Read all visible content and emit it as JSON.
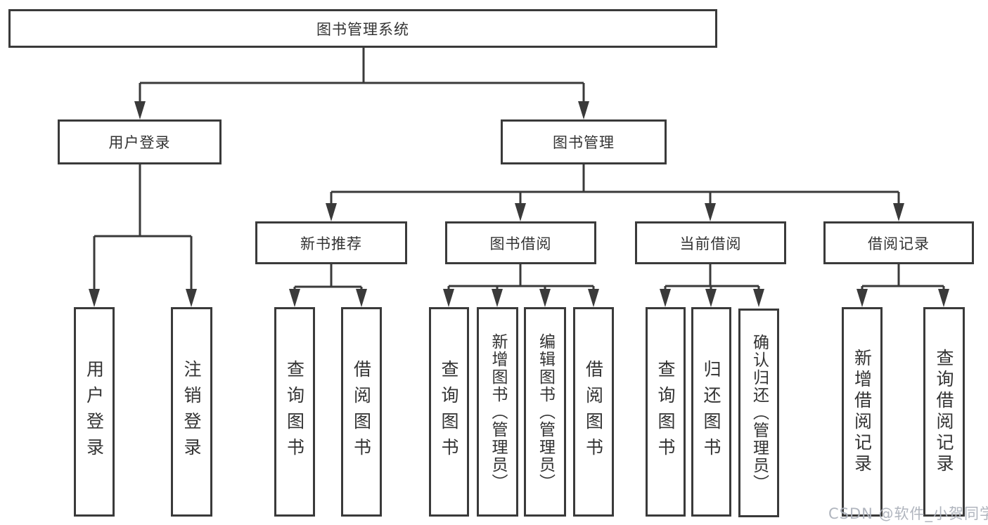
{
  "diagram": {
    "title": "图书管理系统",
    "type": "hierarchy-tree",
    "colors": {
      "line": "#3a3a3a",
      "text": "#333333",
      "background": "#ffffff",
      "watermark": "#acb1bb"
    },
    "root": "图书管理系统",
    "level2": [
      {
        "label": "用户登录",
        "children": [
          "用户登录",
          "注销登录"
        ]
      },
      {
        "label": "图书管理",
        "children": [
          {
            "label": "新书推荐",
            "children": [
              "查询图书",
              "借阅图书"
            ]
          },
          {
            "label": "图书借阅",
            "children": [
              "查询图书",
              "新增图书（管理员）",
              "编辑图书（管理员）",
              "借阅图书"
            ]
          },
          {
            "label": "当前借阅",
            "children": [
              "查询图书",
              "归还图书",
              "确认归还（管理员）"
            ]
          },
          {
            "label": "借阅记录",
            "children": [
              "新增借阅记录",
              "查询借阅记录"
            ]
          }
        ]
      }
    ]
  },
  "watermark": "CSDN @软件_小贺同学"
}
